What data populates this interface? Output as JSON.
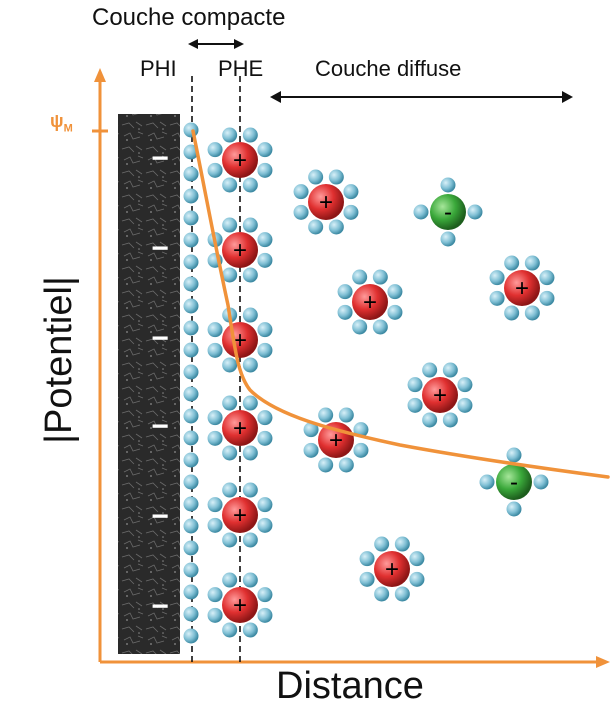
{
  "labels": {
    "couche_compacte": "Couche compacte",
    "phi": "PHI",
    "phe": "PHE",
    "couche_diffuse": "Couche diffuse",
    "psi_symbol": "ψ",
    "psi_subscript": "M",
    "x_axis": "Distance",
    "y_axis": "|Potentiel|"
  },
  "ion_signs": {
    "cation": "+",
    "anion": "-",
    "electrode_charge": "−"
  },
  "colors": {
    "axis": "#f0923a",
    "curve": "#f0923a",
    "cation": "#e03030",
    "anion": "#2e9a2e",
    "water": "#7fbfd4",
    "electrode": "#2b2b2b"
  }
}
